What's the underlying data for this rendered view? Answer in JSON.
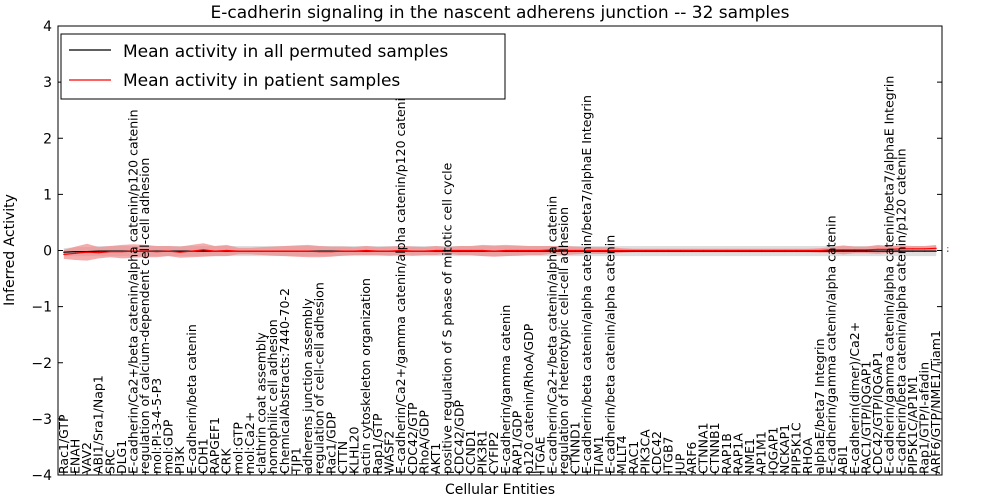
{
  "chart_data": {
    "type": "line",
    "title": "E-cadherin signaling in the nascent adherens junction -- 32 samples",
    "xlabel": "Cellular Entities",
    "ylabel": "Inferred Activity",
    "ylim": [
      -4,
      4
    ],
    "yticks": [
      -4,
      -3,
      -2,
      -1,
      0,
      1,
      2,
      3,
      4
    ],
    "grid": false,
    "legend_position": "top-left",
    "categories": [
      "Rac1/GTP",
      "ENAH",
      "VAV2",
      "ABI1/Sra1/Nap1",
      "SRC",
      "DLG1",
      "E-cadherin/Ca2+/beta catenin/alpha catenin/p120 catenin",
      "regulation of calcium-dependent cell-cell adhesion",
      "mol:PI-3-4-5-P3",
      "mol:GDP",
      "PI3K",
      "E-cadherin/beta catenin",
      "CDH1",
      "RAPGEF1",
      "CRK",
      "mol:GTP",
      "mol:Ca2+",
      "clathrin coat assembly",
      "homophilic cell adhesion",
      "ChemicalAbstracts:7440-70-2",
      "TJP1",
      "adherens junction assembly",
      "regulation of cell-cell adhesion",
      "Rac1/GDP",
      "CTTN",
      "KLHL20",
      "actin cytoskeleton organization",
      "Rap1/GTP",
      "WASF2",
      "E-cadherin/Ca2+/gamma catenin/alpha catenin/p120 catenin",
      "CDC42/GTP",
      "RhoA/GDP",
      "AKT1",
      "positive regulation of S phase of mitotic cell cycle",
      "CDC42/GDP",
      "CCND1",
      "PIK3R1",
      "CYFIP2",
      "E-cadherin/gamma catenin",
      "RAP1/GDP",
      "p120 catenin/RhoA/GDP",
      "ITGAE",
      "E-cadherin/Ca2+/beta catenin/alpha catenin",
      "regulation of heterotypic cell-cell adhesion",
      "CTNND1",
      "E-cadherin/beta catenin/alpha catenin/beta7/alphaE Integrin",
      "TIAM1",
      "E-cadherin/beta catenin/alpha catenin",
      "MLLT4",
      "RAC1",
      "PIK3CA",
      "CDC42",
      "ITGB7",
      "JUP",
      "ARF6",
      "CTNNA1",
      "CTNNB1",
      "RAP1B",
      "RAP1A",
      "NME1",
      "AP1M1",
      "IQGAP1",
      "NCKAP1",
      "PIP5K1C",
      "RHOA",
      "alphaE/beta7 Integrin",
      "E-cadherin/gamma catenin/alpha catenin",
      "ABI1",
      "E-cadherin(dimer)/Ca2+",
      "RAC1/GTP/IQGAP1",
      "CDC42/GTP/IQGAP1",
      "E-cadherin/gamma catenin/alpha catenin/beta7/alphaE Integrin",
      "E-cadherin/beta catenin/alpha catenin/p120 catenin",
      "PIP5K1C/AP1M1",
      "Rap1/GTP/I-afadin",
      "ARF6/GTP/NME1/Tiam1"
    ],
    "series": [
      {
        "name": "Mean activity in all permuted samples",
        "color": "#000000",
        "band_color": "#c8c8c8",
        "values": [
          -0.03,
          -0.02,
          -0.02,
          -0.01,
          -0.01,
          -0.01,
          -0.01,
          -0.01,
          -0.01,
          -0.01,
          -0.01,
          -0.01,
          -0.01,
          -0.01,
          -0.01,
          -0.01,
          -0.01,
          -0.01,
          -0.01,
          -0.01,
          -0.01,
          -0.01,
          -0.01,
          -0.01,
          -0.01,
          -0.01,
          -0.01,
          -0.01,
          -0.01,
          -0.01,
          -0.01,
          -0.01,
          -0.01,
          -0.01,
          -0.01,
          -0.01,
          -0.01,
          -0.01,
          -0.01,
          -0.01,
          -0.01,
          -0.01,
          -0.01,
          -0.01,
          -0.01,
          -0.01,
          -0.01,
          -0.01,
          -0.01,
          -0.01,
          -0.01,
          -0.01,
          -0.01,
          -0.01,
          -0.01,
          -0.01,
          -0.01,
          -0.01,
          -0.01,
          -0.01,
          -0.01,
          -0.01,
          -0.01,
          -0.01,
          -0.01,
          -0.01,
          -0.01,
          -0.01,
          -0.01,
          -0.01,
          -0.01,
          -0.01,
          -0.01,
          -0.01,
          -0.01,
          -0.01,
          -0.01
        ],
        "band": [
          0.07,
          0.08,
          0.08,
          0.09,
          0.09,
          0.09,
          0.09,
          0.09,
          0.09,
          0.09,
          0.09,
          0.09,
          0.09,
          0.09,
          0.09,
          0.09,
          0.09,
          0.09,
          0.09,
          0.09,
          0.09,
          0.09,
          0.09,
          0.09,
          0.09,
          0.09,
          0.09,
          0.09,
          0.09,
          0.09,
          0.09,
          0.09,
          0.09,
          0.09,
          0.09,
          0.09,
          0.09,
          0.09,
          0.09,
          0.09,
          0.09,
          0.09,
          0.09,
          0.09,
          0.09,
          0.09,
          0.09,
          0.09,
          0.09,
          0.09,
          0.09,
          0.09,
          0.09,
          0.09,
          0.09,
          0.09,
          0.09,
          0.09,
          0.09,
          0.09,
          0.09,
          0.09,
          0.09,
          0.09,
          0.09,
          0.09,
          0.09,
          0.09,
          0.09,
          0.09,
          0.09,
          0.09,
          0.09,
          0.09,
          0.09,
          0.09,
          0.09
        ]
      },
      {
        "name": "Mean activity in patient samples",
        "color": "#ff0000",
        "band_color": "#f08080",
        "values": [
          -0.07,
          -0.05,
          -0.03,
          -0.04,
          -0.02,
          -0.02,
          -0.01,
          -0.01,
          -0.02,
          -0.01,
          -0.03,
          -0.01,
          0.01,
          -0.01,
          0.0,
          -0.01,
          -0.01,
          -0.01,
          -0.01,
          -0.01,
          -0.01,
          -0.01,
          -0.02,
          -0.02,
          -0.01,
          -0.01,
          0.0,
          -0.01,
          -0.01,
          0.0,
          -0.01,
          -0.01,
          0.0,
          0.0,
          0.0,
          0.0,
          0.0,
          -0.01,
          0.0,
          0.0,
          0.0,
          0.0,
          0.01,
          0.0,
          0.0,
          0.0,
          0.0,
          0.0,
          0.0,
          0.0,
          0.0,
          0.0,
          0.0,
          0.0,
          0.0,
          0.0,
          0.0,
          0.0,
          0.0,
          0.0,
          0.0,
          0.0,
          0.0,
          0.0,
          0.0,
          0.0,
          0.01,
          0.01,
          0.01,
          0.01,
          0.02,
          0.02,
          0.03,
          0.03,
          0.03,
          0.04,
          0.05
        ],
        "band": [
          0.08,
          0.12,
          0.15,
          0.1,
          0.1,
          0.12,
          0.12,
          0.11,
          0.1,
          0.09,
          0.1,
          0.11,
          0.12,
          0.09,
          0.1,
          0.06,
          0.06,
          0.07,
          0.08,
          0.09,
          0.1,
          0.11,
          0.1,
          0.09,
          0.08,
          0.07,
          0.08,
          0.07,
          0.08,
          0.08,
          0.08,
          0.07,
          0.08,
          0.06,
          0.08,
          0.08,
          0.1,
          0.1,
          0.1,
          0.09,
          0.08,
          0.08,
          0.07,
          0.08,
          0.07,
          0.06,
          0.06,
          0.06,
          0.04,
          0.03,
          0.03,
          0.03,
          0.03,
          0.03,
          0.03,
          0.03,
          0.03,
          0.03,
          0.03,
          0.03,
          0.03,
          0.03,
          0.03,
          0.03,
          0.03,
          0.04,
          0.05,
          0.08,
          0.06,
          0.06,
          0.08,
          0.06,
          0.06,
          0.05,
          0.05,
          0.06,
          0.06
        ]
      }
    ]
  }
}
